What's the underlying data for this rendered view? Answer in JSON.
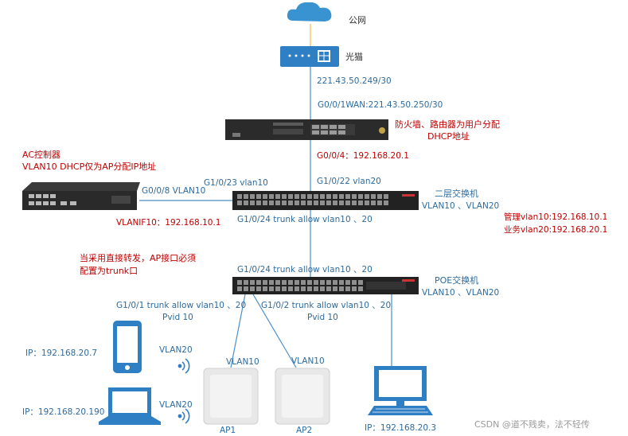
{
  "colors": {
    "link": "#4a90c8",
    "blue_text": "#2e6b9e",
    "red_text": "#c00000",
    "device": "#2b2b2b"
  },
  "nodes": {
    "internet": {
      "label": "公网",
      "icon": "cloud-icon"
    },
    "optical_modem": {
      "label": "光猫",
      "icon": "modem-icon"
    },
    "firewall": {
      "label_line1": "防火墙、路由器为用户分配",
      "label_line2": "DHCP地址",
      "icon": "firewall-router-icon"
    },
    "ac": {
      "label_line1": "AC控制器",
      "label_line2": "VLAN10 DHCP仅为AP分配IP地址",
      "icon": "ac-controller-icon"
    },
    "l2_switch": {
      "label": "二层交换机",
      "vlans": "VLAN10 、VLAN20",
      "icon": "switch-icon"
    },
    "poe_switch": {
      "label": "POE交换机",
      "vlans": "VLAN10 、VLAN20",
      "icon": "poe-switch-icon"
    },
    "ap1": {
      "label": "AP1",
      "vlan": "VLAN10",
      "icon": "access-point-icon"
    },
    "ap2": {
      "label": "AP2",
      "vlan": "VLAN10",
      "icon": "access-point-icon"
    },
    "phone": {
      "ip": "IP：192.168.20.7",
      "vlan": "VLAN20",
      "icon": "phone-icon"
    },
    "laptop": {
      "ip": "IP：192.168.20.190",
      "vlan": "VLAN20",
      "icon": "laptop-icon"
    },
    "pc": {
      "ip": "IP：192.168.20.3",
      "icon": "desktop-icon"
    }
  },
  "links": {
    "modem_ip": "221.43.50.249/30",
    "fw_wan": "G0/0/1WAN:221.43.50.250/30",
    "fw_lan": "G0/0/4：192.168.20.1",
    "sw_up": "G1/0/22 vlan20",
    "sw_ac_port": "G1/0/23 vlan10",
    "ac_port": "G0/0/8 VLAN10",
    "vlanif": "VLANIF10：192.168.10.1",
    "sw_down": "G1/0/24  trunk allow vlan10 、20",
    "poe_up": "G1/0/24  trunk allow vlan10 、20",
    "poe_p1": "G1/0/1 trunk allow vlan10 、20",
    "poe_p1_pvid": "Pvid 10",
    "poe_p2": "G1/0/2 trunk allow vlan10 、20",
    "poe_p2_pvid": "Pvid 10"
  },
  "notes": {
    "mgmt": "管理vlan10:192.168.10.1",
    "biz": "业务vlan20:192.168.20.1",
    "trunk_note_line1": "当采用直接转发，AP接口必须",
    "trunk_note_line2": "配置为trunk口"
  },
  "watermark": "CSDN @道不贱卖，法不轻传"
}
